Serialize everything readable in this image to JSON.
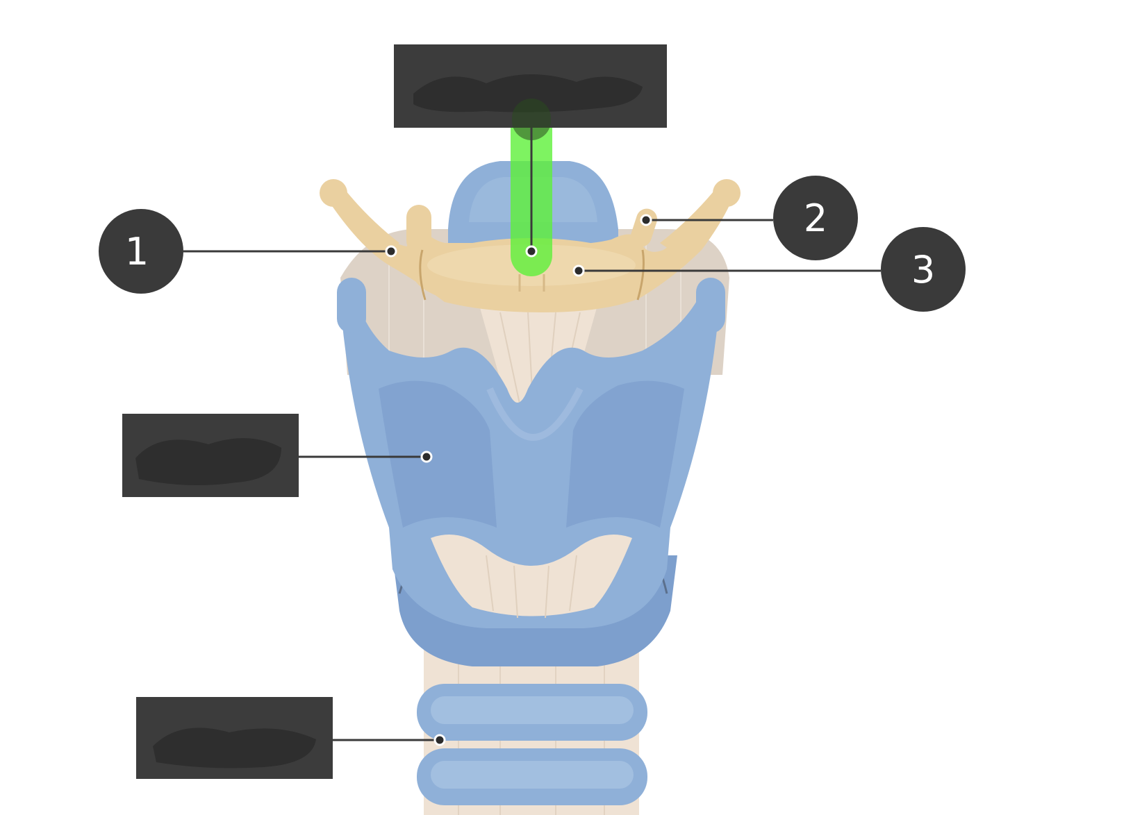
{
  "diagram": {
    "numbered_labels": [
      {
        "id": "label-1",
        "text": "1"
      },
      {
        "id": "label-2",
        "text": "2"
      },
      {
        "id": "label-3",
        "text": "3"
      }
    ],
    "redacted_boxes": [
      {
        "id": "box-top",
        "state": "redacted"
      },
      {
        "id": "box-middle-left",
        "state": "redacted"
      },
      {
        "id": "box-bottom-left",
        "state": "redacted"
      }
    ],
    "highlighted_target": "box-top"
  },
  "colors": {
    "label_circle": "#3a3a3a",
    "redaction_box": "#3c3c3c",
    "highlight": "#5ef03a",
    "cartilage_blue": "#8fb0d8",
    "cartilage_blue_dark": "#7d9fcd",
    "arytenoid_tan": "#ead0a0",
    "membrane": "#ddd2c6",
    "ligament": "#efe2d4"
  },
  "icons": [
    "leader-line",
    "pointer-dot"
  ]
}
